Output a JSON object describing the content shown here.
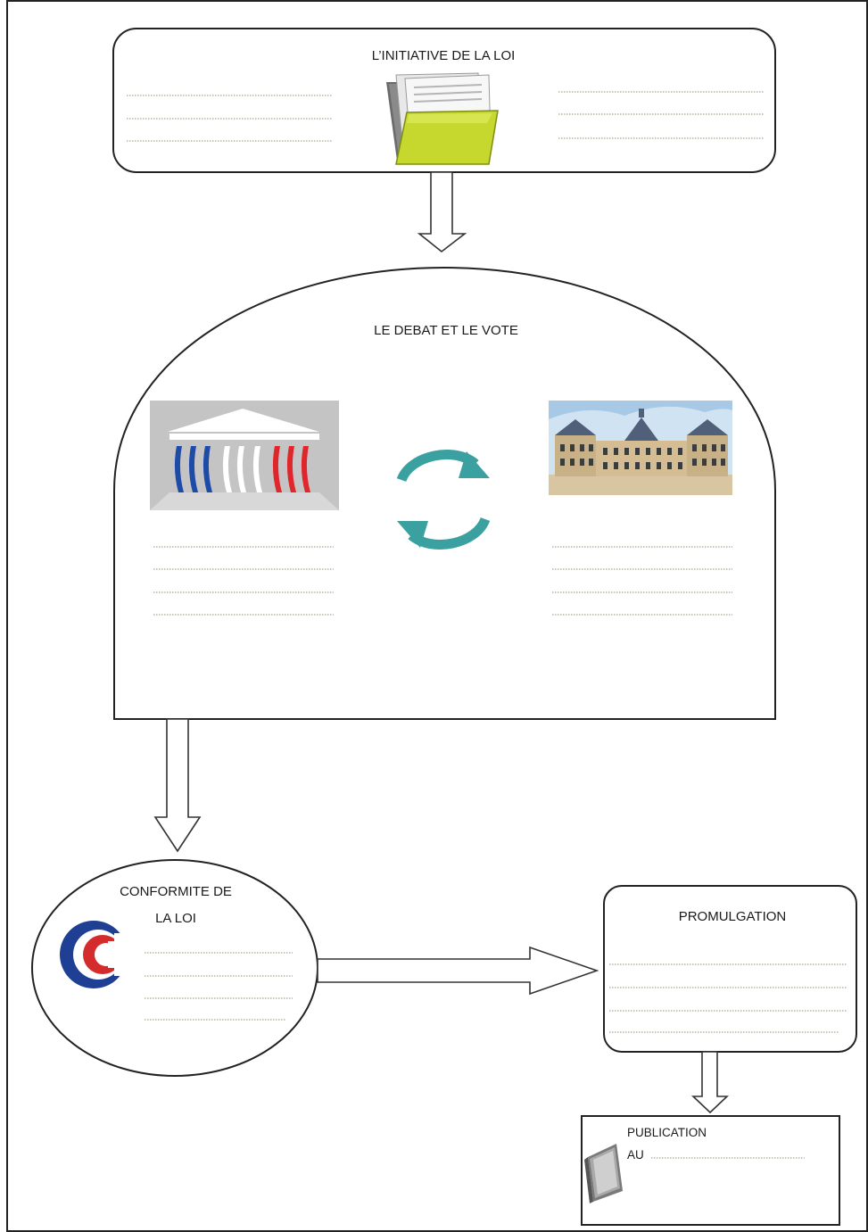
{
  "diagram": {
    "initiative": {
      "title": "L’INITIATIVE DE LA LOI",
      "icon": "folder-documents-icon"
    },
    "debate": {
      "title": "LE DEBAT ET LE VOTE",
      "left_icon": "assemblee-nationale-logo",
      "center_icon": "exchange-arrows-icon",
      "right_icon": "senate-palace-image",
      "accent_color": "#3aa0a0"
    },
    "conformity": {
      "title_line1": "CONFORMITE DE",
      "title_line2": "LA LOI",
      "icon": "conseil-constitutionnel-logo",
      "logo_blue": "#1e3f93",
      "logo_red": "#d42c2c"
    },
    "promulgation": {
      "title": "PROMULGATION"
    },
    "publication": {
      "title": "PUBLICATION",
      "au_label": "AU",
      "icon": "journal-book-icon"
    }
  }
}
